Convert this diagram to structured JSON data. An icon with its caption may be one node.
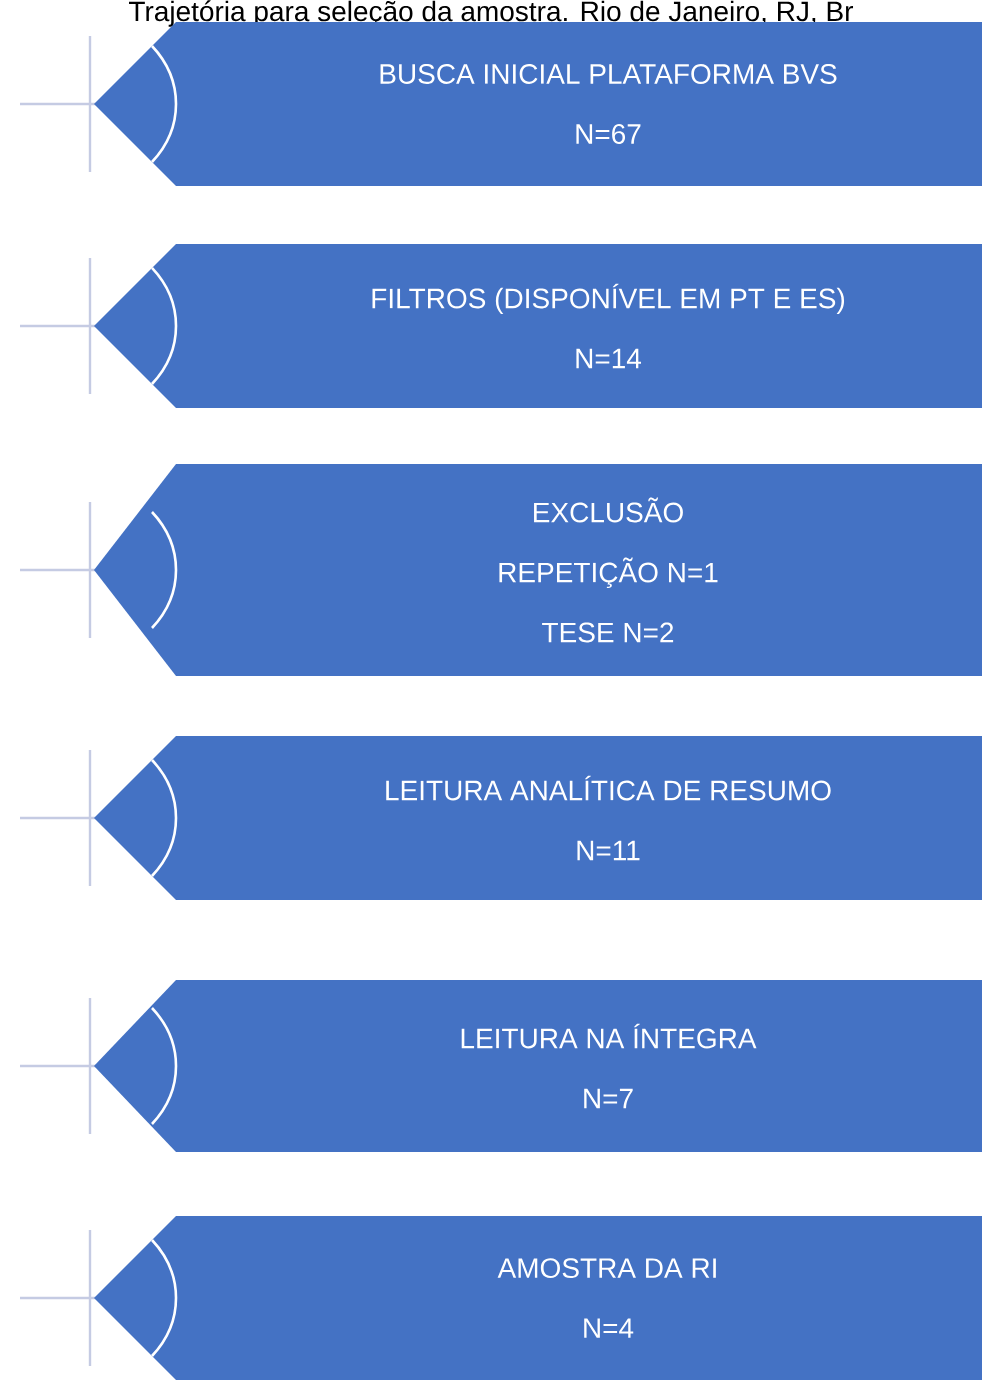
{
  "diagram": {
    "title": "Trajetória para seleção da amostra. Rio de Janeiro, RJ, Br",
    "nodes": [
      {
        "text": [
          "BUSCA INICIAL PLATAFORMA BVS",
          "N=67"
        ]
      },
      {
        "text": [
          "FILTROS (DISPONÍVEL EM PT E ES)",
          "N=14"
        ]
      },
      {
        "text": [
          "EXCLUSÃO",
          "REPETIÇÃO N=1",
          "TESE N=2"
        ]
      },
      {
        "text": [
          "LEITURA ANALÍTICA DE RESUMO",
          "N=11"
        ]
      },
      {
        "text": [
          "LEITURA NA ÍNTEGRA",
          "N=7"
        ]
      },
      {
        "text": [
          "AMOSTRA DA RI",
          "N=4"
        ]
      }
    ]
  }
}
